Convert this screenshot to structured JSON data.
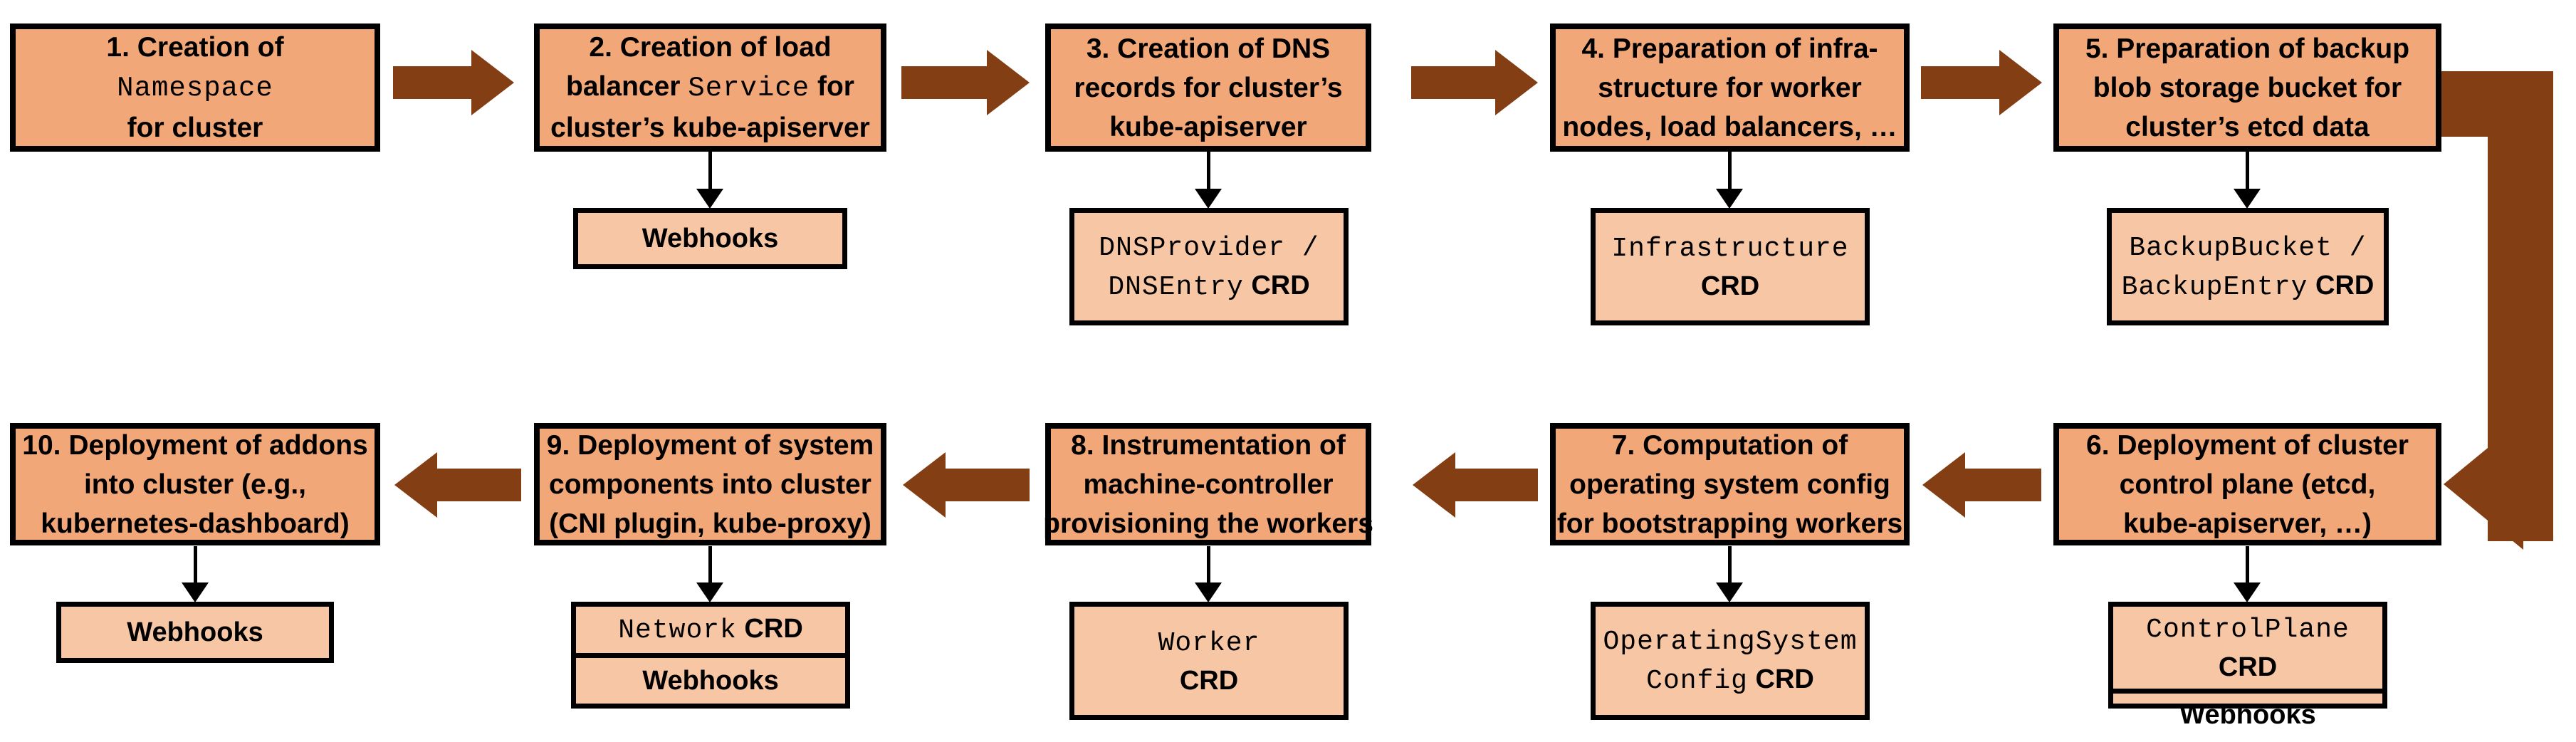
{
  "colors": {
    "box_fill": "#F2A778",
    "sub_fill": "#F7C7A5",
    "arrow_brown": "#833E13",
    "border": "#000000"
  },
  "steps": [
    {
      "id": 1,
      "lines": [
        [
          {
            "t": "1. Creation of"
          }
        ],
        [
          {
            "t": "Namespace",
            "mono": true
          }
        ],
        [
          {
            "t": "for cluster"
          }
        ]
      ],
      "sub": null
    },
    {
      "id": 2,
      "lines": [
        [
          {
            "t": "2. Creation of load"
          }
        ],
        [
          {
            "t": "balancer "
          },
          {
            "t": "Service",
            "mono": true
          },
          {
            "t": " for"
          }
        ],
        [
          {
            "t": "cluster’s kube-apiserver"
          }
        ]
      ],
      "sub": {
        "rows": [
          {
            "lines": [
              [
                {
                  "t": "Webhooks"
                }
              ]
            ]
          }
        ]
      }
    },
    {
      "id": 3,
      "lines": [
        [
          {
            "t": "3. Creation of DNS"
          }
        ],
        [
          {
            "t": "records for cluster’s"
          }
        ],
        [
          {
            "t": "kube-apiserver"
          }
        ]
      ],
      "sub": {
        "rows": [
          {
            "lines": [
              [
                {
                  "t": "DNSProvider /",
                  "mono": true
                }
              ],
              [
                {
                  "t": "DNSEntry",
                  "mono": true
                },
                {
                  "t": " CRD"
                }
              ]
            ]
          }
        ]
      }
    },
    {
      "id": 4,
      "lines": [
        [
          {
            "t": "4. Preparation of infra-"
          }
        ],
        [
          {
            "t": "structure for worker"
          }
        ],
        [
          {
            "t": "nodes, load balancers, …"
          }
        ]
      ],
      "sub": {
        "rows": [
          {
            "lines": [
              [
                {
                  "t": "Infrastructure",
                  "mono": true
                }
              ],
              [
                {
                  "t": "CRD"
                }
              ]
            ]
          }
        ]
      }
    },
    {
      "id": 5,
      "lines": [
        [
          {
            "t": "5. Preparation of backup"
          }
        ],
        [
          {
            "t": "blob storage bucket for"
          }
        ],
        [
          {
            "t": "cluster’s etcd data"
          }
        ]
      ],
      "sub": {
        "rows": [
          {
            "lines": [
              [
                {
                  "t": "BackupBucket /",
                  "mono": true
                }
              ],
              [
                {
                  "t": "BackupEntry",
                  "mono": true
                },
                {
                  "t": " CRD"
                }
              ]
            ]
          }
        ]
      }
    },
    {
      "id": 6,
      "lines": [
        [
          {
            "t": "6. Deployment of cluster"
          }
        ],
        [
          {
            "t": "control plane (etcd,"
          }
        ],
        [
          {
            "t": "kube-apiserver, …)"
          }
        ]
      ],
      "sub": {
        "rows": [
          {
            "lines": [
              [
                {
                  "t": "ControlPlane",
                  "mono": true
                },
                {
                  "t": " CRD"
                }
              ]
            ]
          },
          {
            "lines": [
              [
                {
                  "t": "Webhooks"
                }
              ]
            ]
          }
        ]
      }
    },
    {
      "id": 7,
      "lines": [
        [
          {
            "t": "7. Computation of"
          }
        ],
        [
          {
            "t": "operating system config"
          }
        ],
        [
          {
            "t": "for bootstrapping workers"
          }
        ]
      ],
      "sub": {
        "rows": [
          {
            "lines": [
              [
                {
                  "t": "OperatingSystem",
                  "mono": true
                }
              ],
              [
                {
                  "t": "Config",
                  "mono": true
                },
                {
                  "t": " CRD"
                }
              ]
            ]
          }
        ]
      }
    },
    {
      "id": 8,
      "lines": [
        [
          {
            "t": "8. Instrumentation of"
          }
        ],
        [
          {
            "t": "machine-controller"
          }
        ],
        [
          {
            "t": "provisioning the workers"
          }
        ]
      ],
      "sub": {
        "rows": [
          {
            "lines": [
              [
                {
                  "t": "Worker",
                  "mono": true
                }
              ],
              [
                {
                  "t": "CRD"
                }
              ]
            ]
          }
        ]
      }
    },
    {
      "id": 9,
      "lines": [
        [
          {
            "t": "9. Deployment of system"
          }
        ],
        [
          {
            "t": "components into cluster"
          }
        ],
        [
          {
            "t": "(CNI plugin, kube-proxy)"
          }
        ]
      ],
      "sub": {
        "rows": [
          {
            "lines": [
              [
                {
                  "t": "Network",
                  "mono": true
                },
                {
                  "t": " CRD"
                }
              ]
            ]
          },
          {
            "lines": [
              [
                {
                  "t": "Webhooks"
                }
              ]
            ]
          }
        ]
      }
    },
    {
      "id": 10,
      "lines": [
        [
          {
            "t": "10. Deployment of addons"
          }
        ],
        [
          {
            "t": "into cluster (e.g.,"
          }
        ],
        [
          {
            "t": "kubernetes-dashboard)"
          }
        ]
      ],
      "sub": {
        "rows": [
          {
            "lines": [
              [
                {
                  "t": "Webhooks"
                }
              ]
            ]
          }
        ]
      }
    }
  ]
}
